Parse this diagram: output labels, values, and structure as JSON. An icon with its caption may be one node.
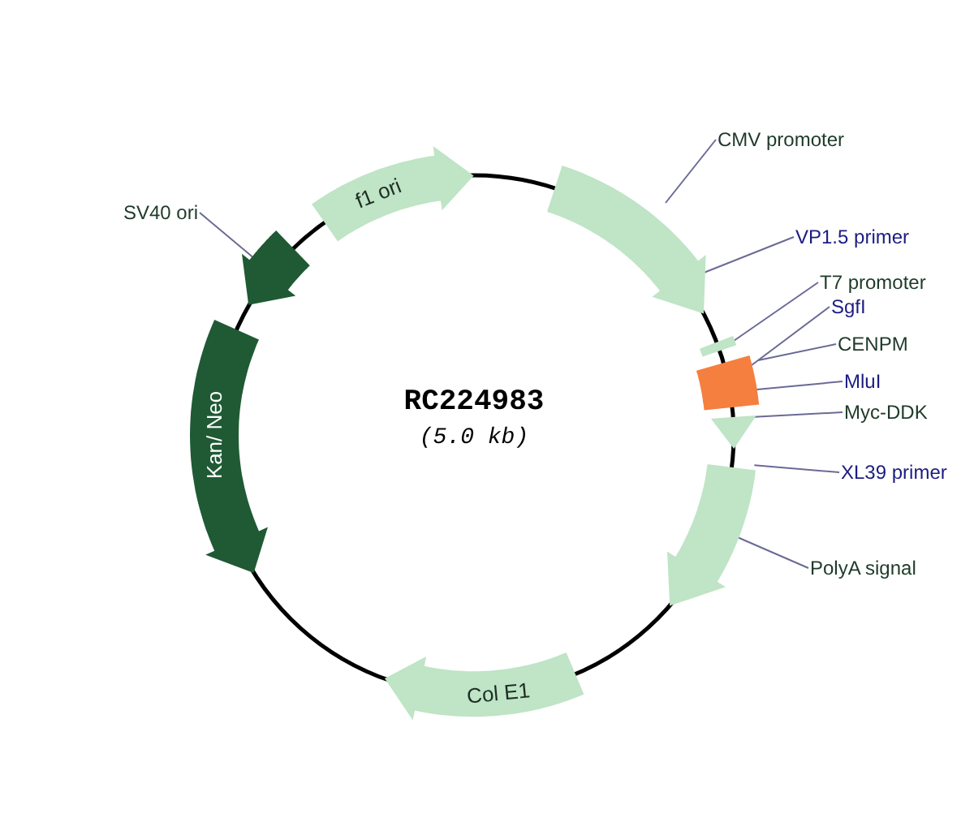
{
  "diagram": {
    "title": "RC224983",
    "nodes": [
      {
        "text": [
          "CMV promoter"
        ]
      },
      {
        "text": [],
        "shape": "arrow"
      },
      {
        "text": [
          "VP1.5 primer"
        ]
      },
      {
        "text": [
          "T7 promoter"
        ]
      },
      {
        "text": [],
        "shape": "bar"
      },
      {
        "text": [
          "SgfI"
        ]
      },
      {
        "text": [
          "CENPM"
        ]
      },
      {
        "text": [],
        "shape": "box"
      },
      {
        "text": [
          "MluI"
        ]
      },
      {
        "text": [
          "Myc-DDK"
        ]
      },
      {
        "text": [],
        "shape": "arrow"
      },
      {
        "text": [
          "XL39 primer"
        ]
      },
      {
        "text": [
          "PolyA signal"
        ]
      },
      {
        "text": [],
        "shape": "arrow"
      },
      {
        "text": [
          "SV40 ori"
        ]
      },
      {
        "text": [],
        "shape": "arrow"
      },
      {
        "text": [
          "f1 ori"
        ]
      },
      {
        "text": [
          "Kan/ Neo"
        ]
      },
      {
        "text": [
          "Col E1"
        ]
      }
    ],
    "edges": [
      {
        "from": 0,
        "to": 1,
        "arrow": "none"
      },
      {
        "from": 2,
        "to": 1,
        "arrow": "none"
      },
      {
        "from": 3,
        "to": 4,
        "arrow": "none"
      },
      {
        "from": 5,
        "to": 7,
        "arrow": "none"
      },
      {
        "from": 6,
        "to": 7,
        "arrow": "none"
      },
      {
        "from": 8,
        "to": 7,
        "arrow": "none"
      },
      {
        "from": 9,
        "to": 10,
        "arrow": "none"
      },
      {
        "from": 11,
        "to": 13,
        "arrow": "none"
      },
      {
        "from": 12,
        "to": 13,
        "arrow": "none"
      },
      {
        "from": 14,
        "to": 15,
        "arrow": "none"
      }
    ],
    "labels": [
      "(5.0 kb)"
    ]
  }
}
